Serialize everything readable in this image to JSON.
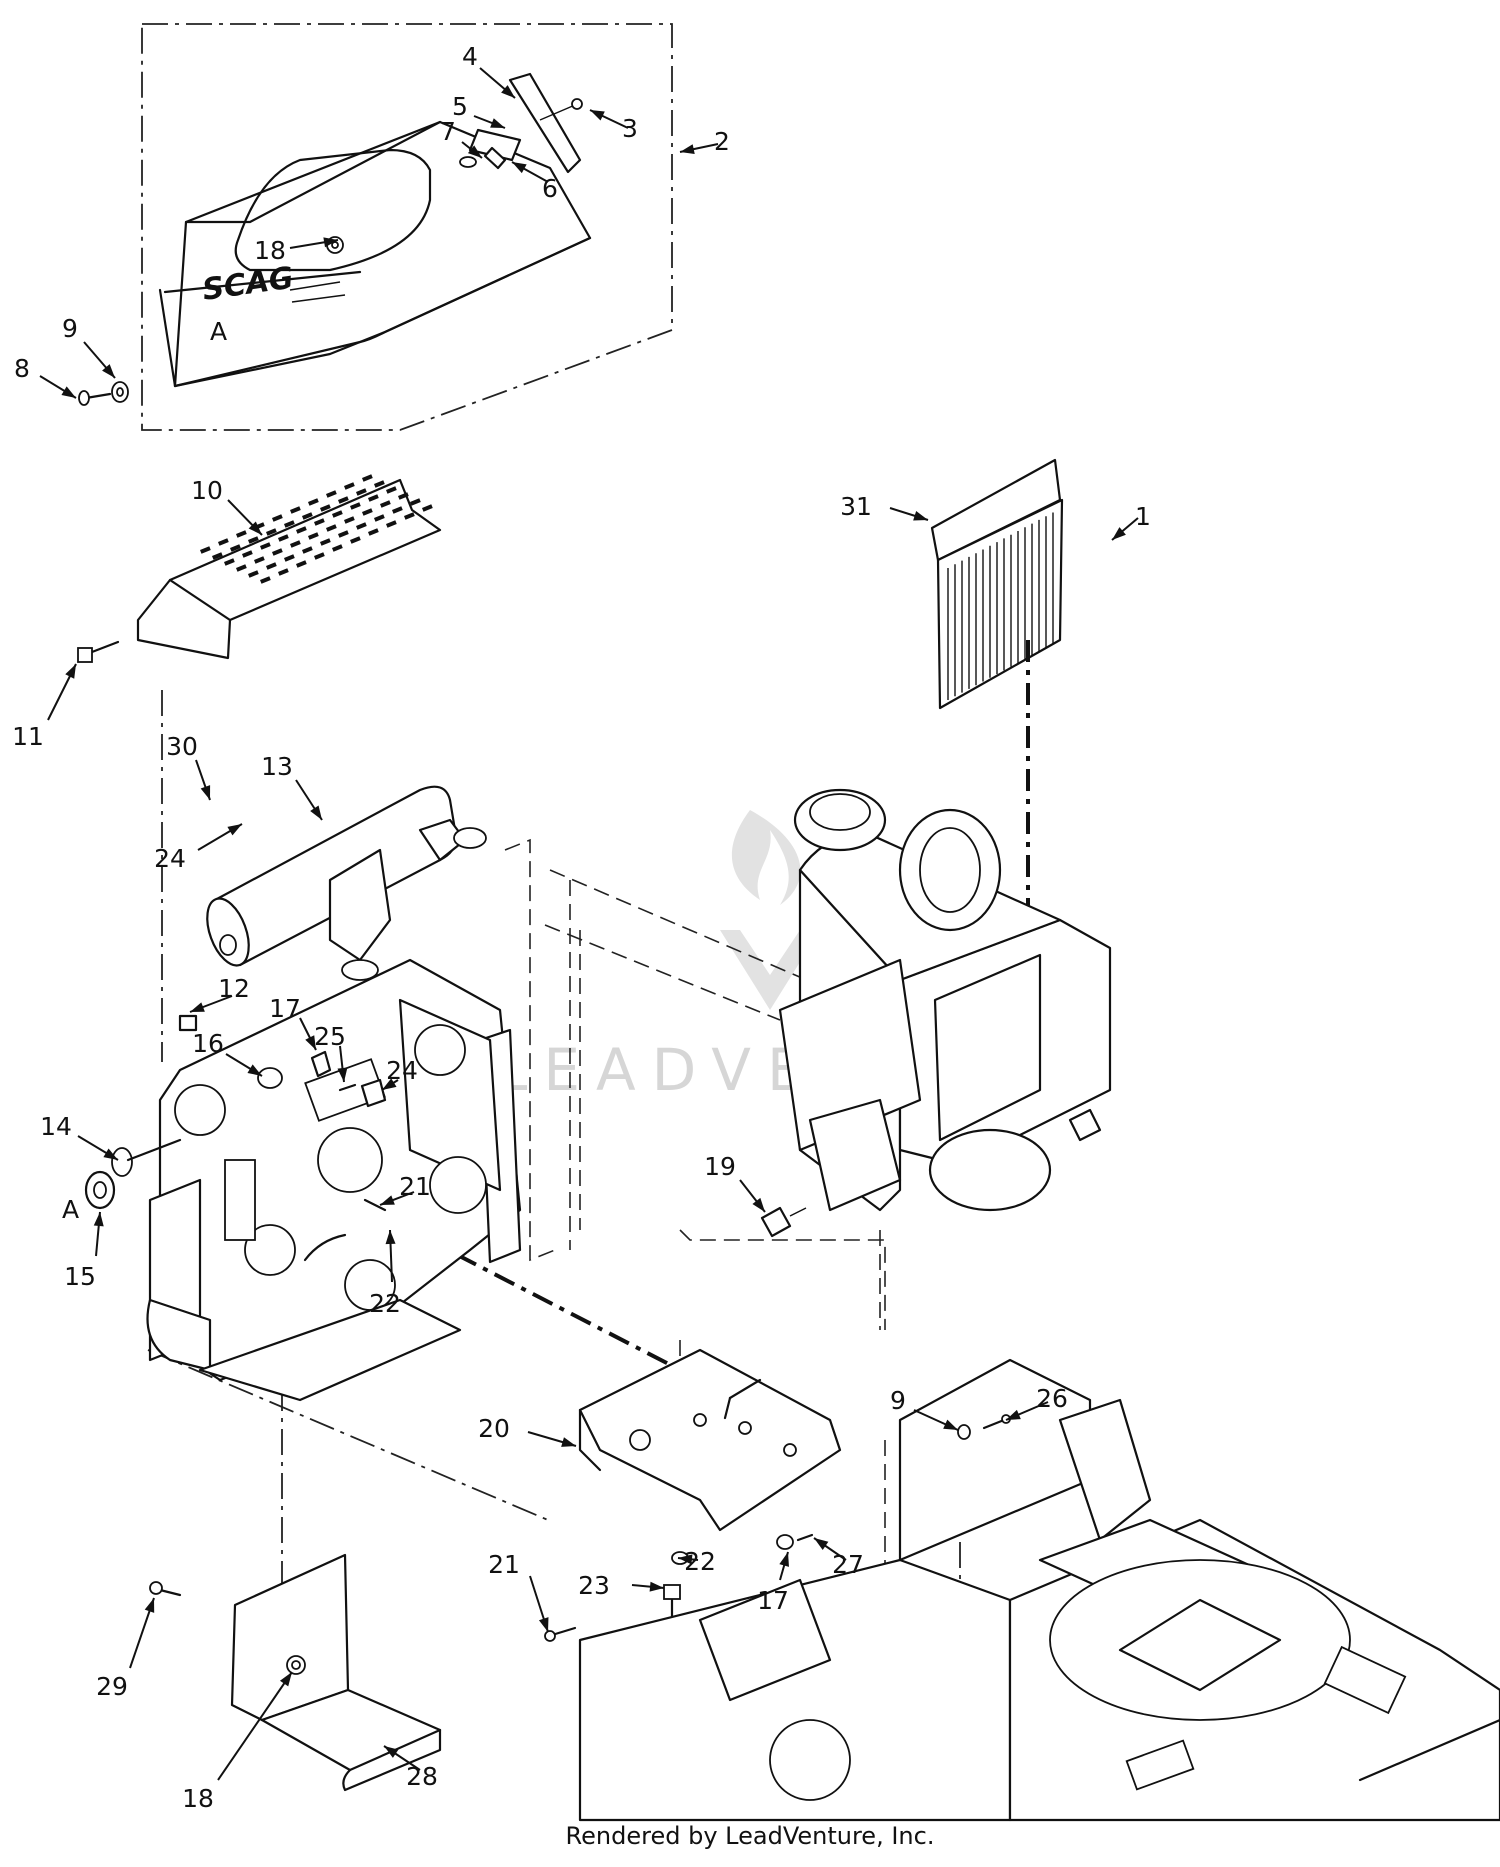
{
  "diagram": {
    "brand_text": "SCAG",
    "view_marker": "A",
    "watermark": "LEADVENTURE",
    "callouts": [
      {
        "id": "c1",
        "label": "1"
      },
      {
        "id": "c2",
        "label": "2"
      },
      {
        "id": "c3",
        "label": "3"
      },
      {
        "id": "c4",
        "label": "4"
      },
      {
        "id": "c5",
        "label": "5"
      },
      {
        "id": "c6",
        "label": "6"
      },
      {
        "id": "c7",
        "label": "7"
      },
      {
        "id": "c8",
        "label": "8"
      },
      {
        "id": "c9a",
        "label": "9"
      },
      {
        "id": "c9b",
        "label": "9"
      },
      {
        "id": "c10",
        "label": "10"
      },
      {
        "id": "c11",
        "label": "11"
      },
      {
        "id": "c12",
        "label": "12"
      },
      {
        "id": "c13",
        "label": "13"
      },
      {
        "id": "c14",
        "label": "14"
      },
      {
        "id": "c15",
        "label": "15"
      },
      {
        "id": "c16",
        "label": "16"
      },
      {
        "id": "c17a",
        "label": "17"
      },
      {
        "id": "c17b",
        "label": "17"
      },
      {
        "id": "c18a",
        "label": "18"
      },
      {
        "id": "c18b",
        "label": "18"
      },
      {
        "id": "c19",
        "label": "19"
      },
      {
        "id": "c20",
        "label": "20"
      },
      {
        "id": "c21a",
        "label": "21"
      },
      {
        "id": "c21b",
        "label": "21"
      },
      {
        "id": "c22a",
        "label": "22"
      },
      {
        "id": "c22b",
        "label": "22"
      },
      {
        "id": "c23",
        "label": "23"
      },
      {
        "id": "c24a",
        "label": "24"
      },
      {
        "id": "c24b",
        "label": "24"
      },
      {
        "id": "c25",
        "label": "25"
      },
      {
        "id": "c26",
        "label": "26"
      },
      {
        "id": "c27",
        "label": "27"
      },
      {
        "id": "c28",
        "label": "28"
      },
      {
        "id": "c29",
        "label": "29"
      },
      {
        "id": "c30",
        "label": "30"
      },
      {
        "id": "c31",
        "label": "31"
      }
    ]
  },
  "footer": {
    "credit": "Rendered by LeadVenture, Inc."
  }
}
